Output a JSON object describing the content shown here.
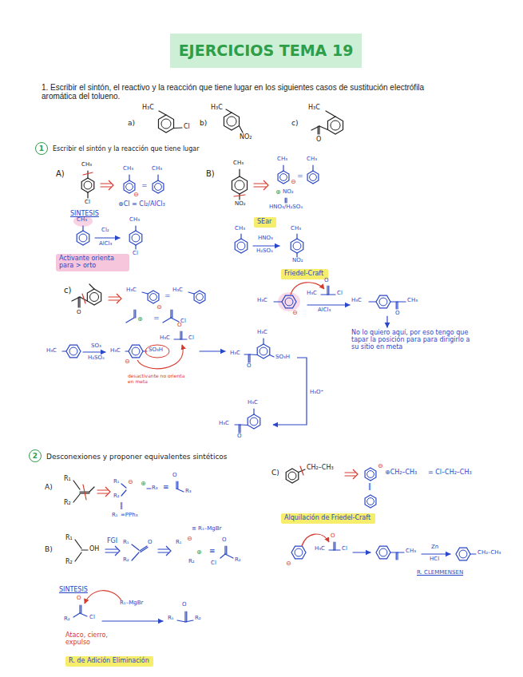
{
  "diagram": {
    "nodes": [
      {
        "text": [
          "EJERCICIOS TEMA 19"
        ]
      },
      {
        "text": [
          "1"
        ]
      },
      {
        "text": [
          "Activante orienta para > orto"
        ]
      },
      {
        "text": [
          "SEar"
        ]
      },
      {
        "text": [
          "Friedel-Craft"
        ]
      },
      {
        "text": [
          "2"
        ]
      },
      {
        "text": [
          "Alquilación de Friedel-Craft"
        ]
      },
      {
        "text": [
          "R. de Adición Eliminación"
        ]
      }
    ],
    "labels": [
      "1. Escribir el sintón, el reactivo y la reacción que tiene lugar en los siguientes casos de sustitución electrófila aromática del tolueno.",
      "a)",
      "H₃C",
      "Cl",
      "b)",
      "H₃C",
      "NO₂",
      "c)",
      "H₃C",
      "O",
      "Escribir el sintón y la reacción que tiene lugar",
      "A)",
      "CH₃",
      "Cl",
      "CH₃",
      "⊖",
      "=",
      "CH₃",
      "⊕Cl ≡ Cl₂/AlCl₃",
      "SINTESIS",
      "CH₃",
      "Cl₂",
      "AlCl₃",
      "CH₃",
      "Cl",
      "B)",
      "CH₃",
      "NO₂",
      "CH₃",
      "⊖",
      "NO₂",
      "⊕",
      "HNO₃/H₂SO₄",
      "=",
      "CH₃",
      "CH₃",
      "HNO₃",
      "H₂SO₄",
      "CH₃",
      "NO₂",
      "c)",
      "O",
      "H₃C",
      "⊖",
      "=",
      "H₃C",
      "⊕",
      "=",
      "Cl",
      "H₃C",
      "⊖",
      "H₃C",
      "Cl",
      "O",
      "AlCl₃",
      "H₃C",
      "CH₃",
      "O",
      "No lo quiero aquí, por eso tengo que tapar la posición para para dirigirlo a su sitio en meta",
      "H₃C",
      "SO₃",
      "H₂SO₄",
      "H₃C",
      "⊖",
      "SO₃H",
      "desactivante no orienta en meta",
      "H₃C",
      "O",
      "Cl",
      "H₃C",
      "H₃C",
      "O",
      "SO₃H",
      "H₃O⁺",
      "H₃C",
      "H₃C",
      "O",
      "Desconexiones y proponer equivalentes sintéticos",
      "A)",
      "R₁",
      "R₂",
      "R₁",
      "R₂",
      "⊖",
      "⊕",
      "R₃",
      "≡",
      "O",
      "R₃",
      "‖",
      "R₁",
      "=PPh₃",
      "B)",
      "R₁",
      "OH",
      "R₂",
      "FGI",
      "R₁",
      "O",
      "R₂",
      "R₁",
      "⊖",
      "⊕",
      "R₂",
      "≡ R₁–MgBr",
      "≡",
      "O",
      "Cl",
      "R₂",
      "SINTESIS",
      "O",
      "Cl",
      "R₂",
      "R₁–MgBr",
      "R₁",
      "O",
      "R₂",
      "Ataco, cierro, expulso",
      "C)",
      "CH₂–CH₃",
      "⊖",
      "⊕CH₂–CH₃",
      "= Cl–CH₂–CH₃",
      "‖",
      "⊖",
      "H₃C",
      "Cl",
      "O",
      "CH₃",
      "Zn",
      "HCl",
      "CH₂–CH₃",
      "R. CLEMMENSEN"
    ]
  }
}
